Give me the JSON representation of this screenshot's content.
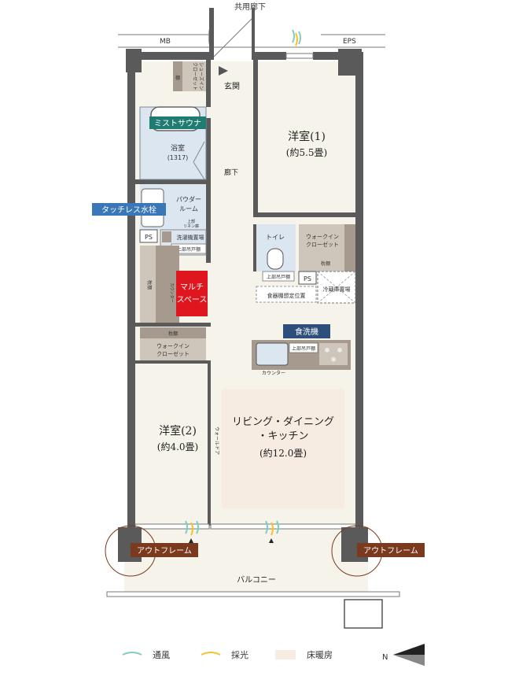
{
  "labels": {
    "corridor_top": "共用廊下",
    "mb": "MB",
    "eps": "EPS",
    "shoes_closet": "シューズイン\nクローゼット",
    "shelf": "棚",
    "genkan": "玄関",
    "yoshitsu1_name": "洋室(1)",
    "yoshitsu1_size": "(約5.5畳)",
    "mist_sauna": "ミストサウナ",
    "bath_name": "浴室",
    "bath_size": "(1317)",
    "rouka": "廊下",
    "powder_room": "パウダー\nルーム",
    "upper_linen": "上部\nリネン庫",
    "touchless": "タッチレス水栓",
    "ps": "PS",
    "washer": "洗濯機置場",
    "upper_cabinet": "上部吊戸棚",
    "toilet": "トイレ",
    "walkin_closet": "ウォークイン\nクローゼット",
    "makura_dana": "枕棚",
    "fridge": "冷蔵庫置場",
    "dish_shelf": "食器棚想定位置",
    "counter": "カウンター",
    "multi_space": "マルチ\nスペース",
    "dishwasher": "食洗機",
    "yoshitsu2_name": "洋室(2)",
    "yoshitsu2_size": "(約4.0畳)",
    "ldk_name": "リビング・ダイニング\n・キッチン",
    "ldk_size": "(約12.0畳)",
    "wall_door": "ウォールドア",
    "outframe": "アウトフレーム",
    "balcony": "バルコニー"
  },
  "legend": {
    "ventilation": "通風",
    "daylight": "採光",
    "floor_heating": "床暖房"
  },
  "compass": "N",
  "colors": {
    "wall": "#5a5a5a",
    "bath_blue": "#dbe6f1",
    "wood": "#a59a8d",
    "wood_light": "#cfc6bb",
    "heating": "#f6ece1",
    "floor": "#f5f3ea",
    "teal_badge": "#1f7c73",
    "blue_badge": "#3a77b8",
    "navy_badge": "#2e4e7c",
    "red_badge": "#e0161e",
    "brown_badge": "#7b3a1e",
    "vent": "#7fcfc1",
    "light": "#f5c22a"
  }
}
